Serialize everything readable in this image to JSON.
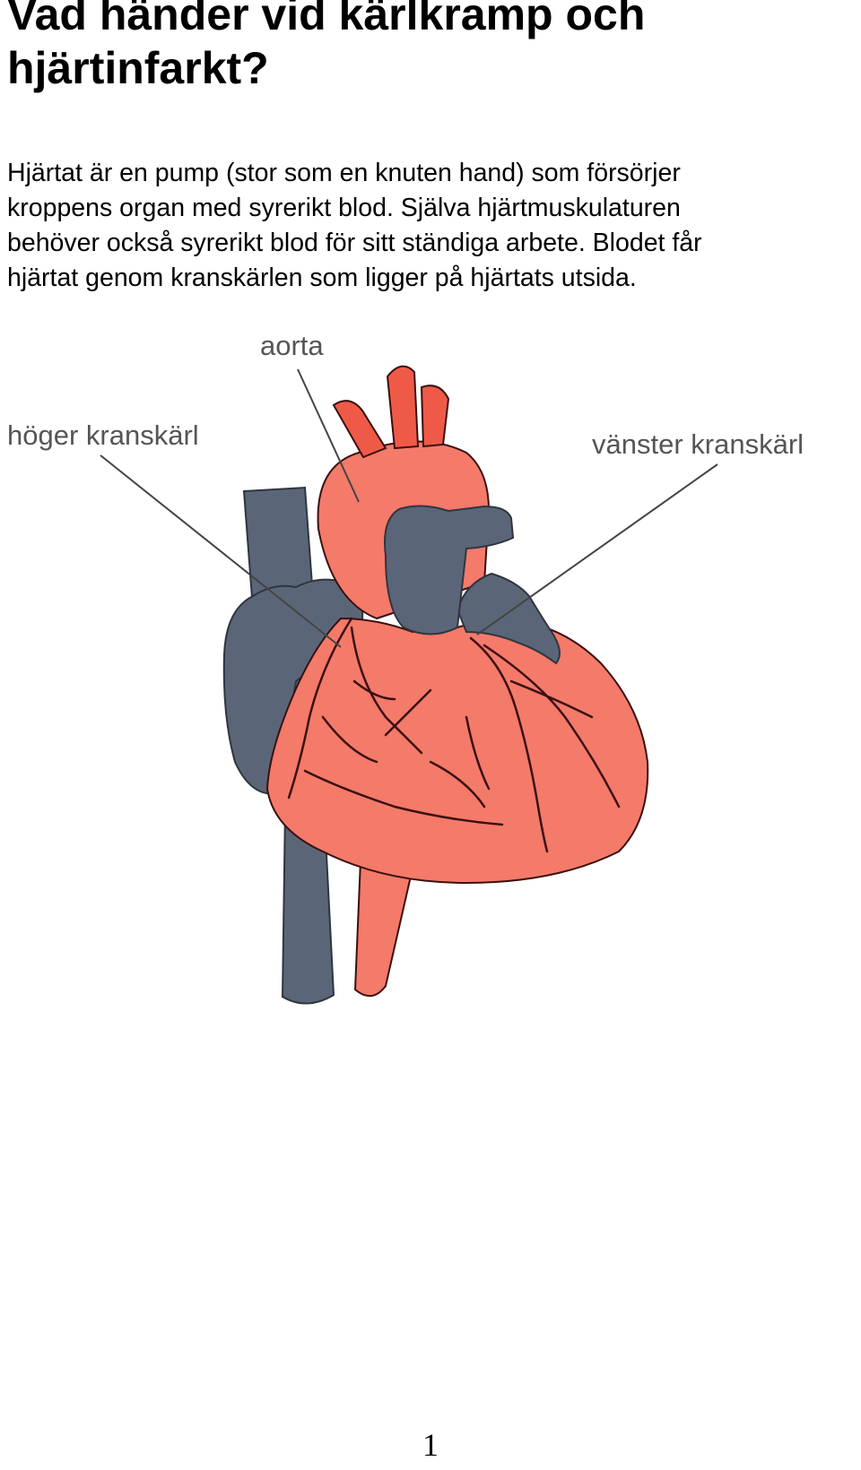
{
  "document": {
    "title": "Vad händer vid kärlkramp och hjärtinfarkt?",
    "intro_lines": [
      "Hjärtat är en pump (stor som en knuten hand) som försörjer",
      "kroppens organ med syrerikt blod. Själva hjärtmuskulaturen",
      "behöver också syrerikt blod för sitt ständiga arbete. Blodet får",
      "hjärtat genom kranskärlen som ligger på hjärtats utsida."
    ],
    "page_number": "1"
  },
  "diagram": {
    "labels": {
      "aorta": "aorta",
      "right_coronary": "höger kranskärl",
      "left_coronary": "vänster kranskärl"
    },
    "colors": {
      "heart_red": "#f47a6a",
      "vessel_red": "#ef5a48",
      "vein_gray": "#5a6678",
      "outline": "#3a1010",
      "label_gray": "#555555"
    }
  }
}
